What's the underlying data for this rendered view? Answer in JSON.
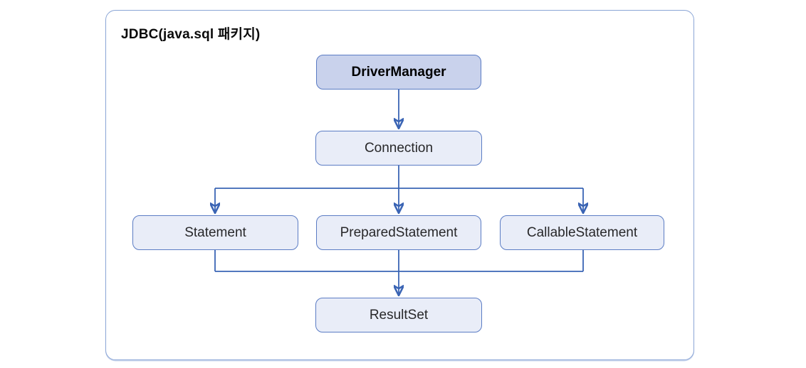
{
  "diagram": {
    "title": "JDBC(java.sql 패키지)",
    "nodes": [
      {
        "id": "driver-manager",
        "label": "DriverManager",
        "emphasis": true
      },
      {
        "id": "connection",
        "label": "Connection",
        "emphasis": false
      },
      {
        "id": "statement",
        "label": "Statement",
        "emphasis": false
      },
      {
        "id": "prepared-statement",
        "label": "PreparedStatement",
        "emphasis": false
      },
      {
        "id": "callable-statement",
        "label": "CallableStatement",
        "emphasis": false
      },
      {
        "id": "result-set",
        "label": "ResultSet",
        "emphasis": false
      }
    ],
    "edges": [
      {
        "from": "DriverManager",
        "to": "Connection"
      },
      {
        "from": "Connection",
        "to": "Statement"
      },
      {
        "from": "Connection",
        "to": "PreparedStatement"
      },
      {
        "from": "Connection",
        "to": "CallableStatement"
      },
      {
        "from": "Statement",
        "to": "ResultSet"
      },
      {
        "from": "PreparedStatement",
        "to": "ResultSet"
      },
      {
        "from": "CallableStatement",
        "to": "ResultSet"
      }
    ],
    "colors": {
      "frame_border": "#8aa5d6",
      "node_border": "#5b7cc4",
      "node_fill": "#e9edf8",
      "root_node_fill": "#c9d2ec",
      "connector": "#3a64b4",
      "title_text": "#0a0a0a",
      "node_text": "#28282a"
    }
  }
}
